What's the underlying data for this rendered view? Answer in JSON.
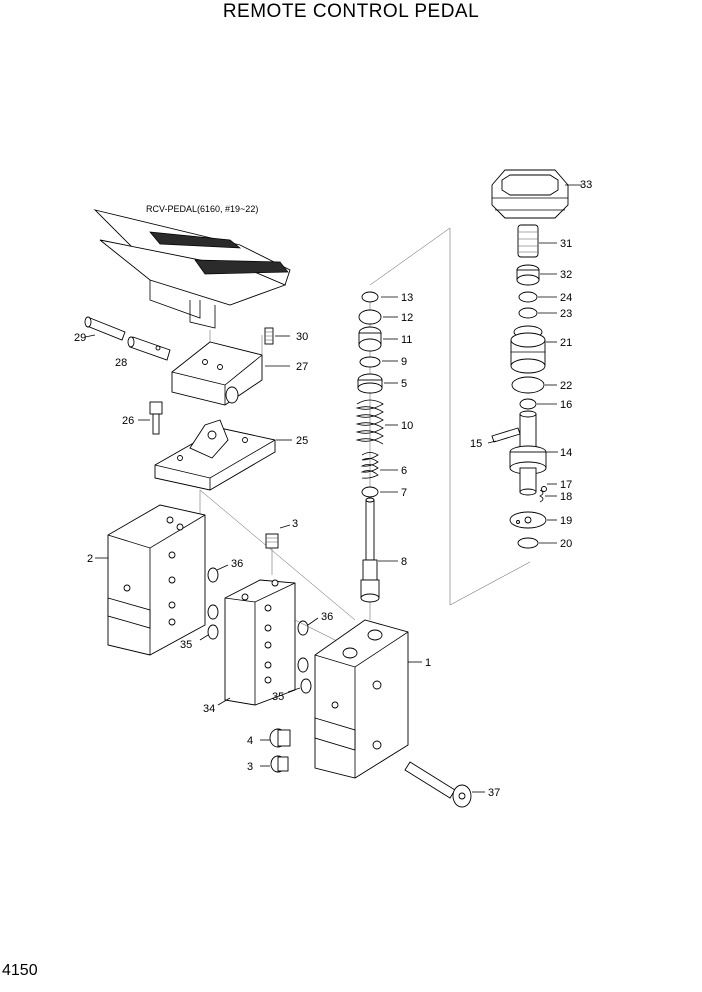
{
  "title": "REMOTE CONTROL PEDAL",
  "page_number": "4150",
  "subassembly_note": "RCV-PEDAL(6160, #19~22)",
  "callouts": {
    "c1": "1",
    "c2": "2",
    "c3a": "3",
    "c3b": "3",
    "c4": "4",
    "c5": "5",
    "c6": "6",
    "c7": "7",
    "c8": "8",
    "c9": "9",
    "c10": "10",
    "c11": "11",
    "c12": "12",
    "c13": "13",
    "c14": "14",
    "c15": "15",
    "c16": "16",
    "c17": "17",
    "c18": "18",
    "c19": "19",
    "c20": "20",
    "c21": "21",
    "c22": "22",
    "c23": "23",
    "c24": "24",
    "c25": "25",
    "c26": "26",
    "c27": "27",
    "c28": "28",
    "c29": "29",
    "c30": "30",
    "c31": "31",
    "c32": "32",
    "c33": "33",
    "c34": "34",
    "c35a": "35",
    "c35b": "35",
    "c36a": "36",
    "c36b": "36",
    "c37": "37"
  }
}
